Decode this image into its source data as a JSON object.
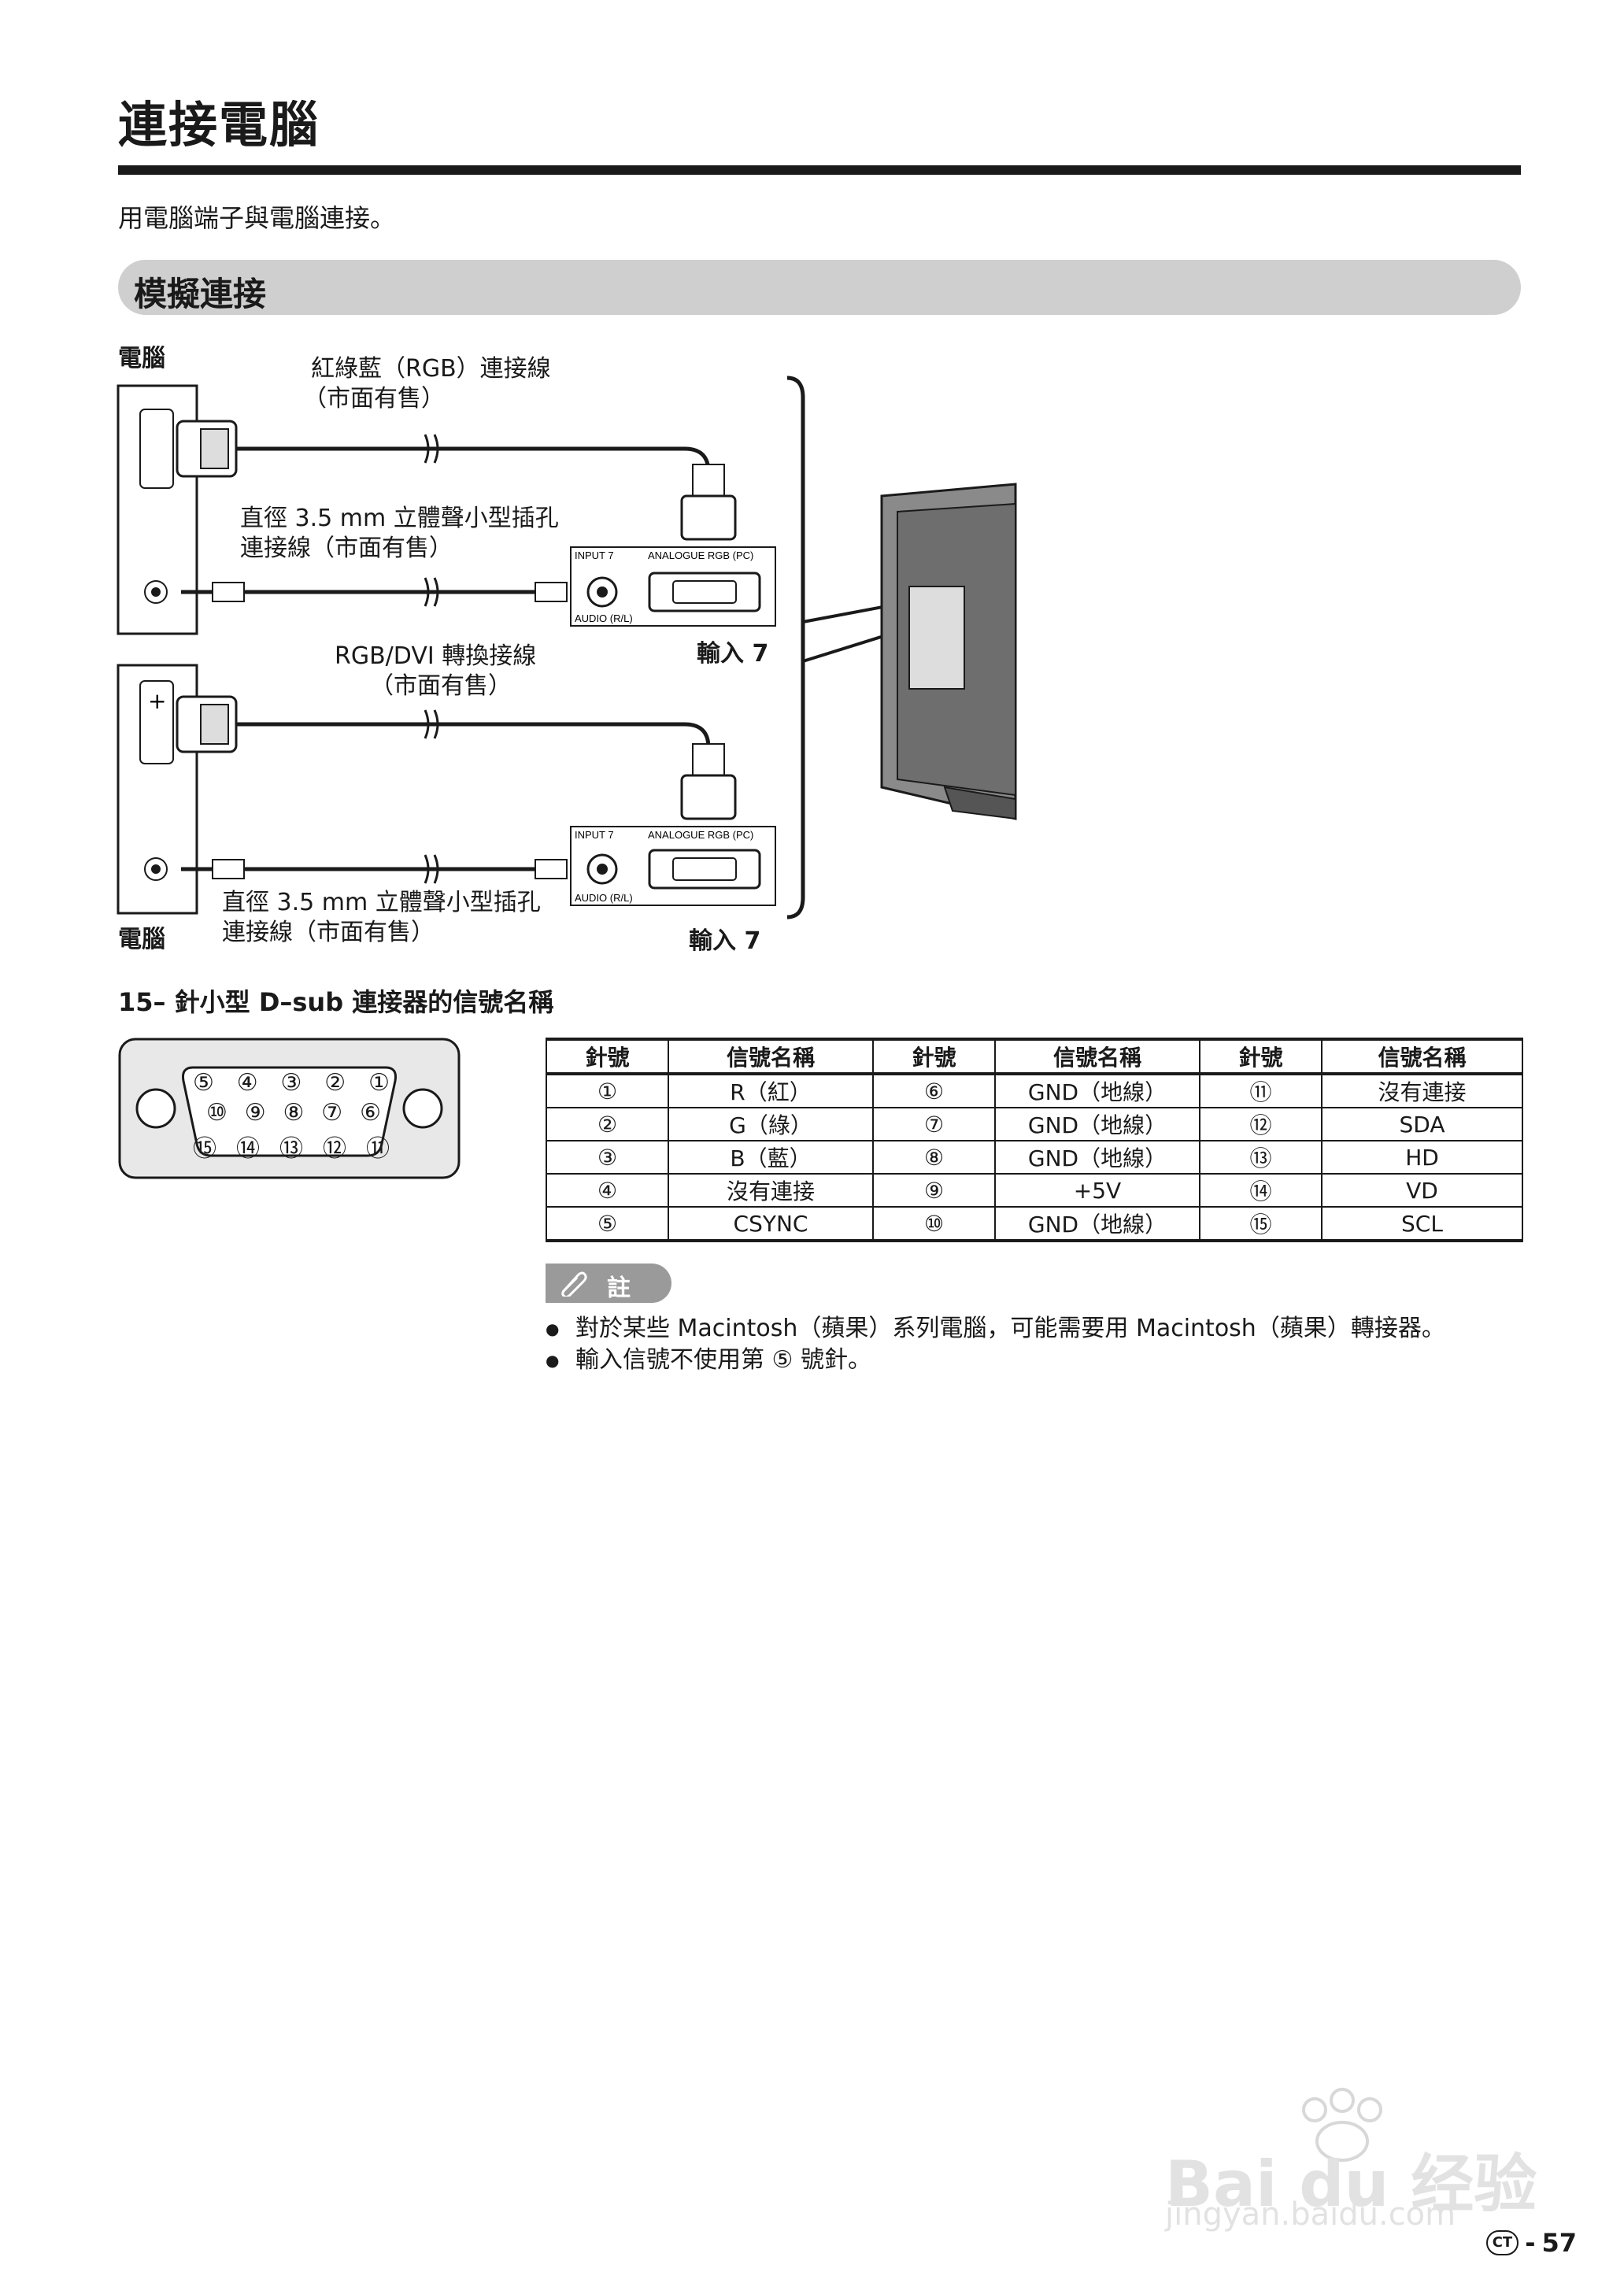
{
  "page": {
    "title": "連接電腦",
    "intro": "用電腦端子與電腦連接。",
    "section_title": "模擬連接"
  },
  "diagram": {
    "pc_label_top": "電腦",
    "pc_label_bottom": "電腦",
    "rgb_cable_line1": "紅綠藍（RGB）連接線",
    "rgb_cable_line2": "（市面有售）",
    "audio_cable_top_line1": "直徑 3.5 mm 立體聲小型插孔",
    "audio_cable_top_line2": "連接線（市面有售）",
    "dvi_cable_line1": "RGB/DVI 轉換接線",
    "dvi_cable_line2": "（市面有售）",
    "audio_cable_bottom_line1": "直徑 3.5 mm 立體聲小型插孔",
    "audio_cable_bottom_line2": "連接線（市面有售）",
    "panel_input": "INPUT 7",
    "panel_analogue": "ANALOGUE RGB (PC)",
    "panel_audio": "AUDIO (R/L)",
    "input_label": "輸入 7"
  },
  "dsub": {
    "heading": "15– 針小型 D–sub 連接器的信號名稱",
    "row1": [
      "⑤",
      "④",
      "③",
      "②",
      "①"
    ],
    "row2": [
      "⑩",
      "⑨",
      "⑧",
      "⑦",
      "⑥"
    ],
    "row3": [
      "⑮",
      "⑭",
      "⑬",
      "⑫",
      "⑪"
    ]
  },
  "pin_table": {
    "headers": [
      "針號",
      "信號名稱",
      "針號",
      "信號名稱",
      "針號",
      "信號名稱"
    ],
    "rows": [
      [
        "①",
        "R（紅）",
        "⑥",
        "GND（地線）",
        "⑪",
        "沒有連接"
      ],
      [
        "②",
        "G（綠）",
        "⑦",
        "GND（地線）",
        "⑫",
        "SDA"
      ],
      [
        "③",
        "B（藍）",
        "⑧",
        "GND（地線）",
        "⑬",
        "HD"
      ],
      [
        "④",
        "沒有連接",
        "⑨",
        "+5V",
        "⑭",
        "VD"
      ],
      [
        "⑤",
        "CSYNC",
        "⑩",
        "GND（地線）",
        "⑮",
        "SCL"
      ]
    ]
  },
  "notes": {
    "tag": "註",
    "items": [
      "對於某些 Macintosh（蘋果）系列電腦，可能需要用 Macintosh（蘋果）轉接器。",
      "輸入信號不使用第 ⑤ 號針。"
    ]
  },
  "watermark": {
    "brand": "Bai du 经验",
    "url": "jingyan.baidu.com"
  },
  "footer": {
    "lang": "CT",
    "separator": "-",
    "page_number": "57"
  },
  "colors": {
    "banner": "#cfcfcf",
    "rule": "#1a1a1a",
    "note_tag": "#9a9a9a",
    "tv_body": "#7a7a7a"
  }
}
